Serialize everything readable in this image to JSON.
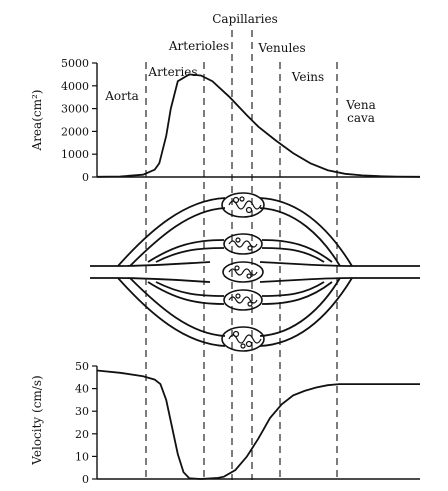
{
  "regions": {
    "capillaries": "Capillaries",
    "arterioles": "Arterioles",
    "venules": "Venules",
    "arteries": "Arteries",
    "veins": "Veins",
    "aorta": "Aorta",
    "vena_cava_line1": "Vena",
    "vena_cava_line2": "cava"
  },
  "chart_data": [
    {
      "type": "line",
      "ylabel": "Area(cm²)",
      "ylim": [
        0,
        5000
      ],
      "yticks": [
        "0",
        "1000",
        "2000",
        "3000",
        "4000",
        "5000"
      ],
      "series": [
        {
          "x": [
            0,
            0.2,
            0.4,
            0.5,
            0.54,
            0.6,
            0.64,
            0.7,
            0.8,
            0.9,
            1.0,
            1.15,
            1.3,
            1.4,
            1.55,
            1.7,
            1.85,
            2.0,
            2.15,
            2.3,
            2.45,
            2.6,
            2.8
          ],
          "y": [
            8,
            20,
            100,
            320,
            600,
            1800,
            3000,
            4200,
            4500,
            4450,
            4200,
            3500,
            2700,
            2200,
            1600,
            1050,
            600,
            300,
            140,
            70,
            35,
            18,
            8
          ]
        }
      ]
    },
    {
      "type": "line",
      "ylabel": "Velocity (cm/s)",
      "ylim": [
        0,
        50
      ],
      "yticks": [
        "0",
        "10",
        "20",
        "30",
        "40",
        "50"
      ],
      "series": [
        {
          "x": [
            0,
            0.2,
            0.4,
            0.5,
            0.55,
            0.6,
            0.65,
            0.7,
            0.75,
            0.8,
            0.9,
            1.0,
            1.05,
            1.1,
            1.2,
            1.3,
            1.4,
            1.5,
            1.6,
            1.7,
            1.8,
            1.9,
            2.0,
            2.1,
            2.2,
            2.35,
            2.6,
            2.8
          ],
          "y": [
            48,
            47,
            45.5,
            44,
            42,
            35,
            23,
            11,
            3,
            0.3,
            0,
            0.3,
            0.5,
            1,
            4,
            10,
            18,
            27,
            33,
            37,
            39,
            40.5,
            41.5,
            42,
            42,
            42,
            42,
            42
          ]
        }
      ]
    }
  ]
}
